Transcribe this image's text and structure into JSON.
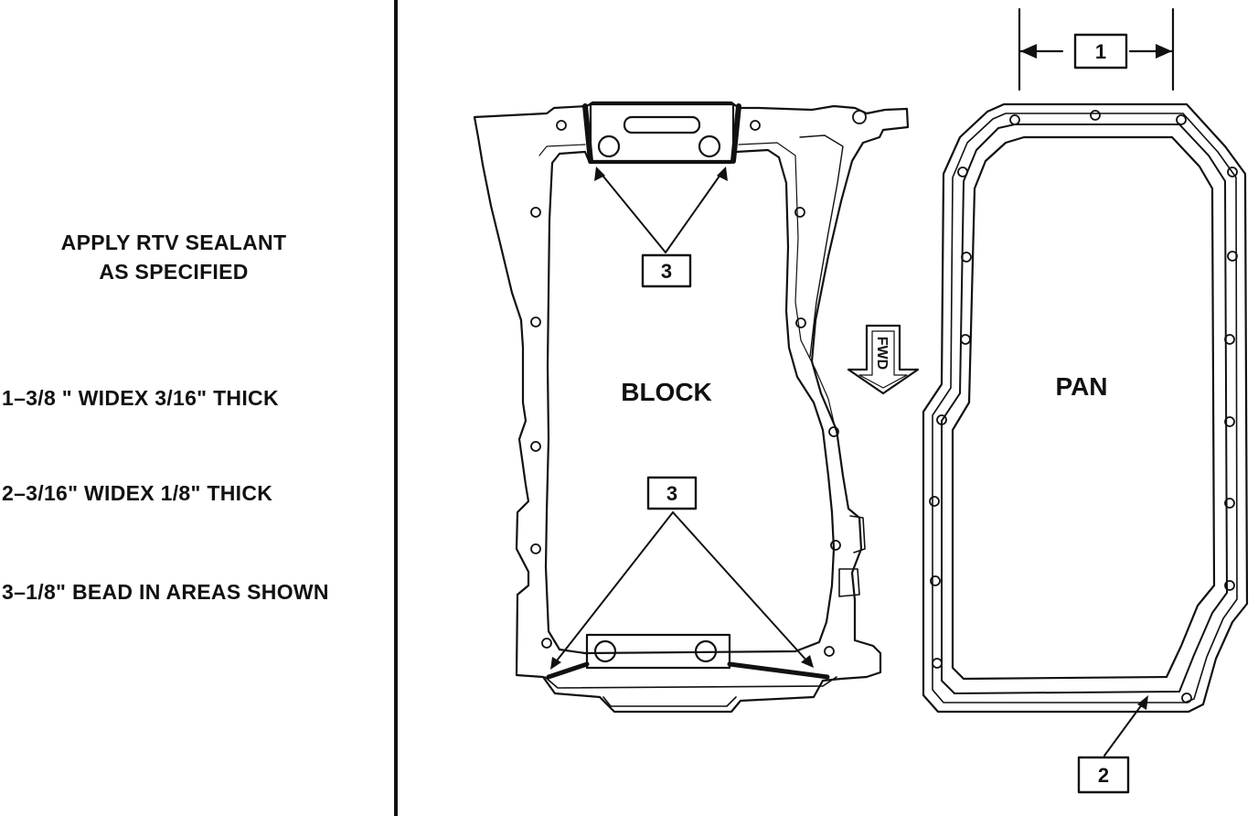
{
  "legend": {
    "title_line1": "APPLY RTV SEALANT",
    "title_line2": "AS SPECIFIED",
    "item1": "1–3/8 \" WIDEX  3/16\" THICK",
    "item2": "2–3/16\" WIDEX  1/8\" THICK",
    "item3": "3–1/8\" BEAD IN AREAS SHOWN"
  },
  "diagram": {
    "block_label": "BLOCK",
    "pan_label": "PAN",
    "fwd_label": "FWD",
    "callout_1": "1",
    "callout_2": "2",
    "callout_3_top": "3",
    "callout_3_bottom": "3"
  },
  "colors": {
    "ink": "#111111",
    "paper": "#ffffff"
  },
  "icons": {
    "direction_arrow": "down-arrow-icon"
  }
}
